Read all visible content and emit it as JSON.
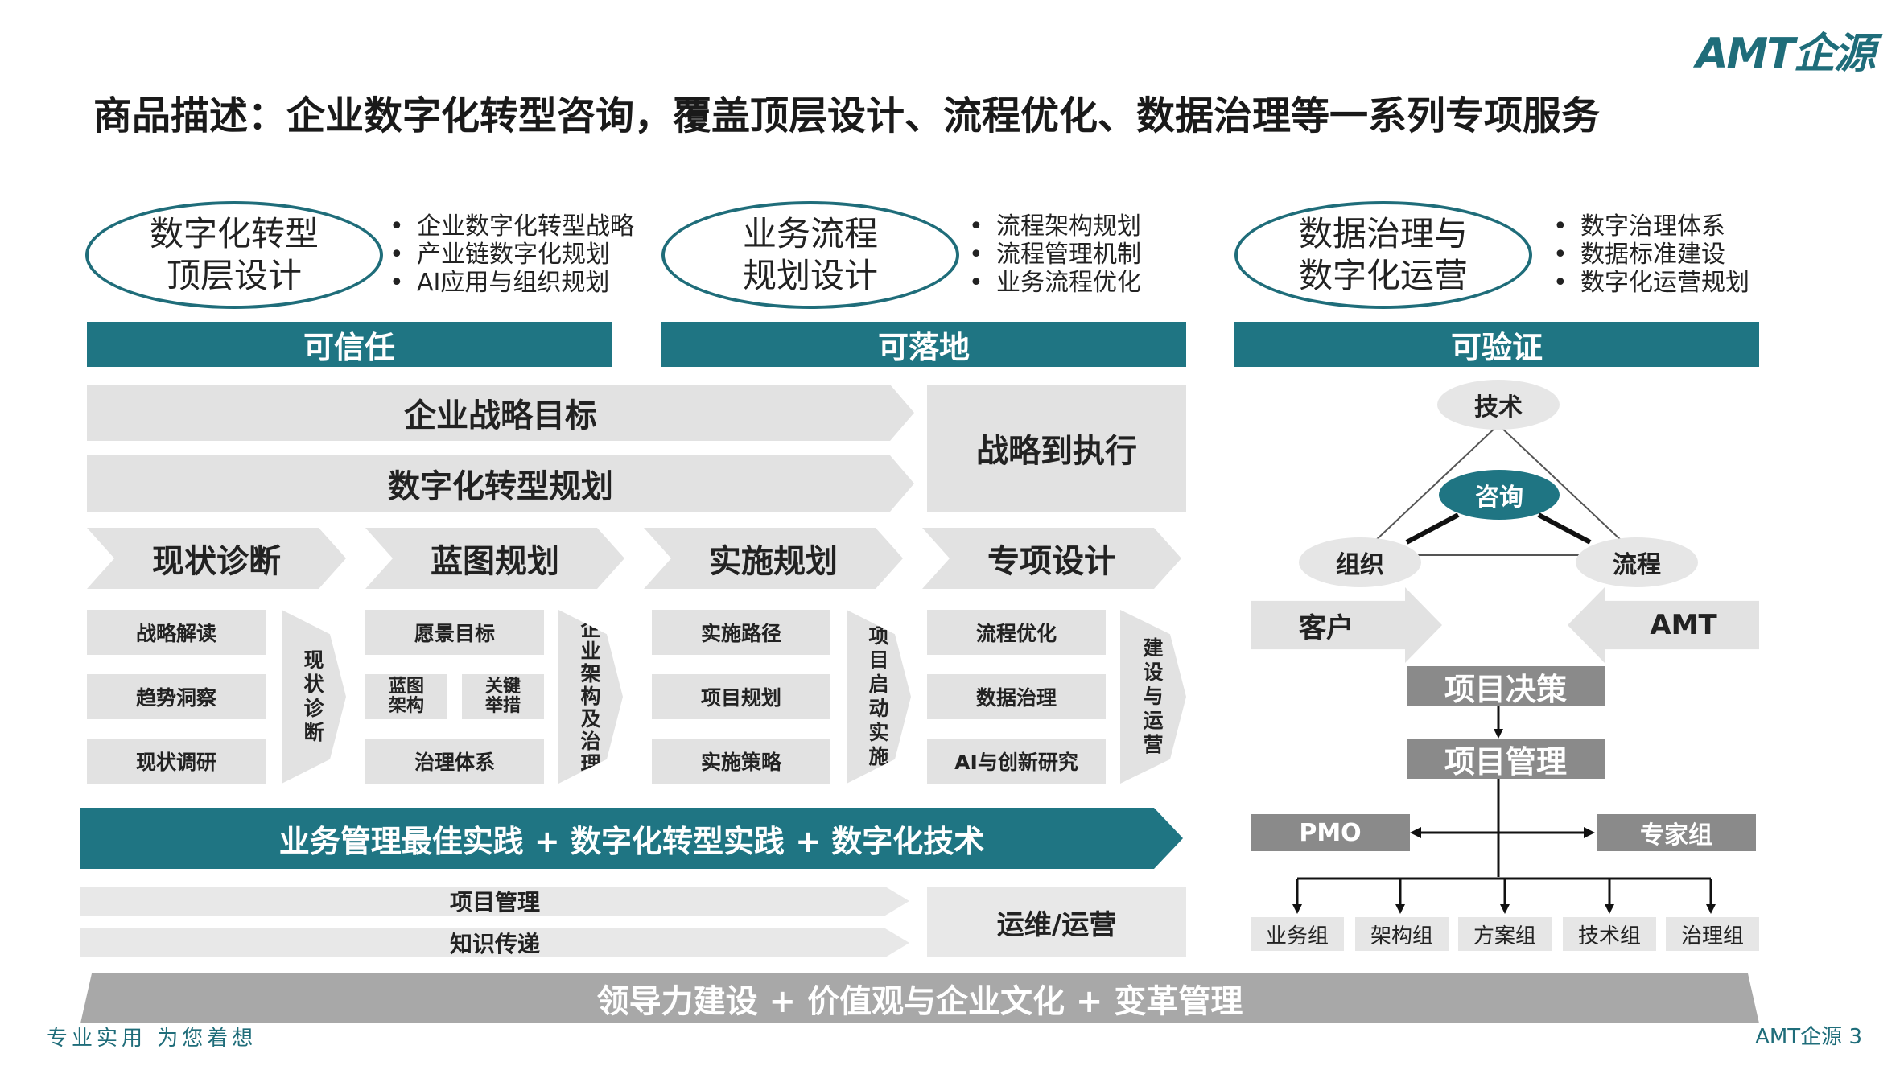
{
  "brand": {
    "logo": "AMT企源"
  },
  "title": "商品描述：企业数字化转型咨询，覆盖顶层设计、流程优化、数据治理等一系列专项服务",
  "columns": [
    {
      "oval_line1": "数字化转型",
      "oval_line2": "顶层设计",
      "bullets": [
        "企业数字化转型战略",
        "产业链数字化规划",
        "AI应用与组织规划"
      ],
      "band": "可信任"
    },
    {
      "oval_line1": "业务流程",
      "oval_line2": "规划设计",
      "bullets": [
        "流程架构规划",
        "流程管理机制",
        "业务流程优化"
      ],
      "band": "可落地"
    },
    {
      "oval_line1": "数据治理与",
      "oval_line2": "数字化运营",
      "bullets": [
        "数字治理体系",
        "数据标准建设",
        "数字化运营规划"
      ],
      "band": "可验证"
    }
  ],
  "strategy": {
    "row1": "企业战略目标",
    "row2": "数字化转型规划",
    "side": "战略到执行"
  },
  "phases": [
    "现状诊断",
    "蓝图规划",
    "实施规划",
    "专项设计"
  ],
  "groups": {
    "diagnosis": {
      "items": [
        "战略解读",
        "趋势洞察",
        "现状调研"
      ],
      "arrow": [
        "现",
        "状",
        "诊",
        "断"
      ]
    },
    "blueprint": {
      "top": "愿景目标",
      "mid_left": [
        "蓝图",
        "架构"
      ],
      "mid_right": [
        "关键",
        "举措"
      ],
      "bottom": "治理体系",
      "arrow": [
        "企",
        "业",
        "架",
        "构",
        "及",
        "治",
        "理"
      ]
    },
    "implementation": {
      "items": [
        "实施路径",
        "项目规划",
        "实施策略"
      ],
      "arrow": [
        "项",
        "目",
        "启",
        "动",
        "实",
        "施"
      ]
    },
    "special": {
      "items": [
        "流程优化",
        "数据治理",
        "AI与创新研究"
      ],
      "arrow": [
        "建",
        "设",
        "与",
        "运",
        "营"
      ]
    }
  },
  "practice_banner": "业务管理最佳实践 + 数字化转型实践 + 数字化技术",
  "support": {
    "row1": "项目管理",
    "row2": "知识传递",
    "side": "运维/运营"
  },
  "foundation": "领导力建设 + 价值观与企业文化 + 变革管理",
  "triangle": {
    "top": "技术",
    "center": "咨询",
    "left": "组织",
    "right": "流程"
  },
  "parties": {
    "left": "客户",
    "right": "AMT"
  },
  "org": {
    "decision": "项目决策",
    "management": "项目管理",
    "pmo": "PMO",
    "experts": "专家组",
    "teams": [
      "业务组",
      "架构组",
      "方案组",
      "技术组",
      "治理组"
    ]
  },
  "footer": {
    "slogan": "专业实用 为您着想",
    "page": "AMT企源 3"
  }
}
